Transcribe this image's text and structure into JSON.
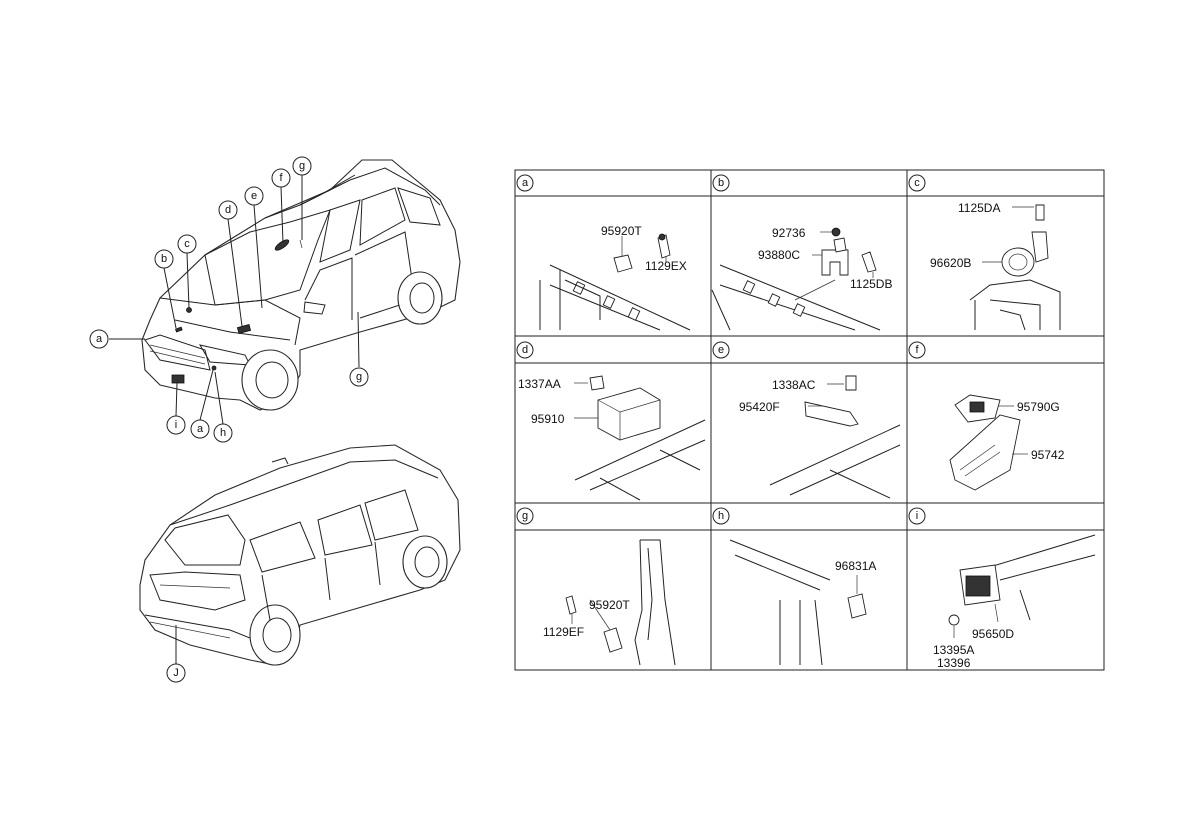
{
  "vehicle_callouts": {
    "front_view": [
      "a",
      "b",
      "c",
      "d",
      "e",
      "f",
      "g",
      "g",
      "a",
      "i",
      "h"
    ],
    "rear_view": [
      "J"
    ]
  },
  "panels": [
    {
      "id": "a",
      "parts": [
        "95920T",
        "1129EX"
      ]
    },
    {
      "id": "b",
      "parts": [
        "92736",
        "93880C",
        "1125DB"
      ]
    },
    {
      "id": "c",
      "parts": [
        "1125DA",
        "96620B"
      ]
    },
    {
      "id": "d",
      "parts": [
        "1337AA",
        "95910"
      ]
    },
    {
      "id": "e",
      "parts": [
        "1338AC",
        "95420F"
      ]
    },
    {
      "id": "f",
      "parts": [
        "95790G",
        "95742"
      ]
    },
    {
      "id": "g",
      "parts": [
        "95920T",
        "1129EF"
      ]
    },
    {
      "id": "h",
      "parts": [
        "96831A"
      ]
    },
    {
      "id": "i",
      "parts": [
        "95650D",
        "13395A",
        "13396"
      ]
    }
  ]
}
